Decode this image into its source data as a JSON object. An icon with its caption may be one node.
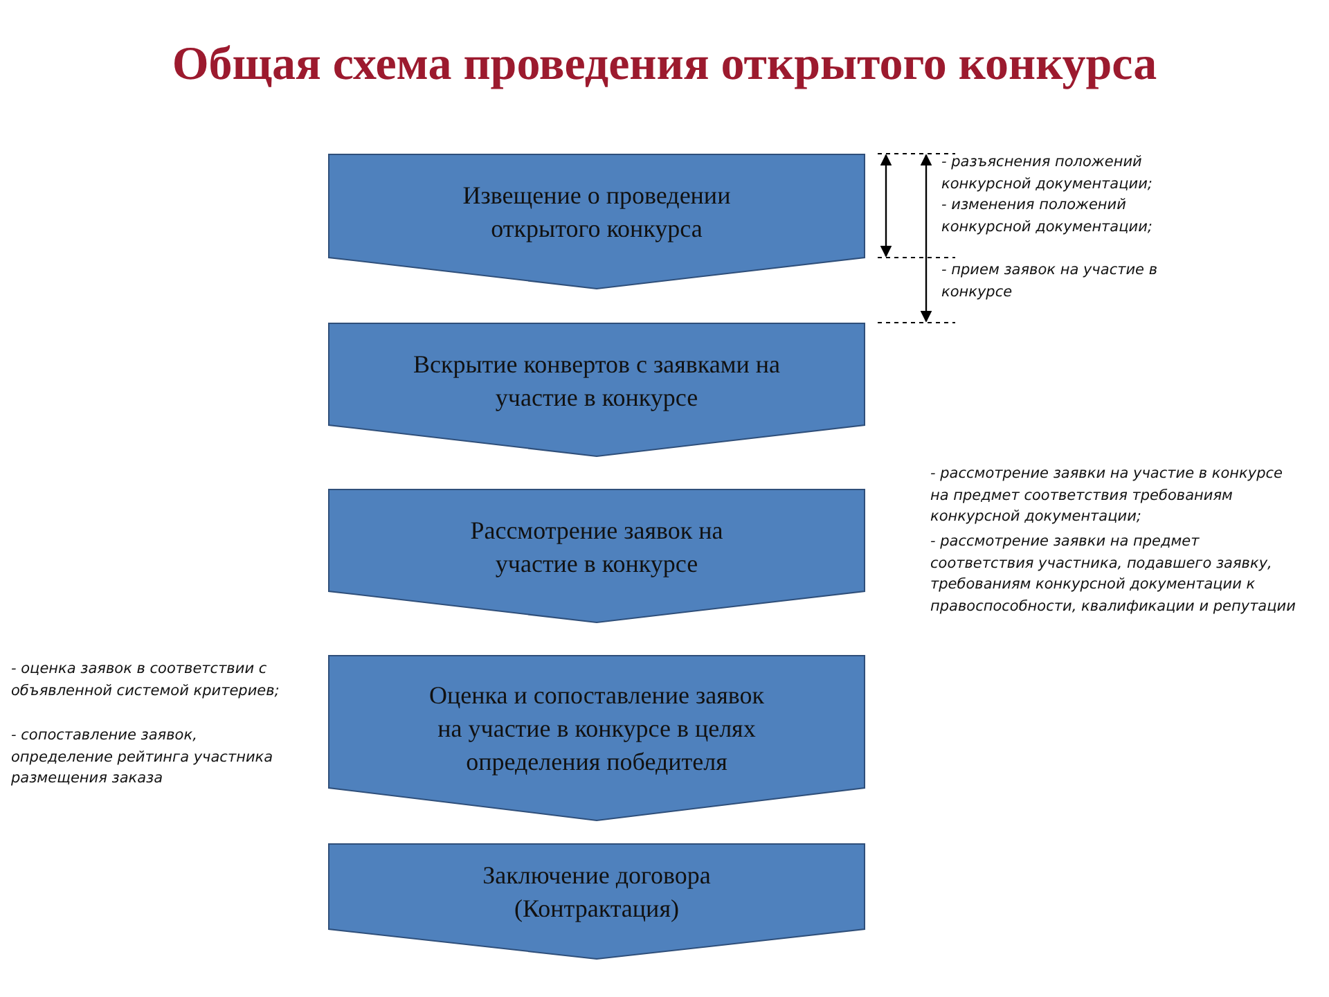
{
  "diagram": {
    "title": "Общая схема проведения открытого конкурса",
    "nodes": [
      {
        "text": [
          "Извещение о проведении открытого конкурса"
        ]
      },
      {
        "text": [
          "Вскрытие конвертов с заявками на участие в конкурсе"
        ]
      },
      {
        "text": [
          "Рассмотрение заявок на участие в конкурсе"
        ]
      },
      {
        "text": [
          "Оценка и сопоставление заявок на участие в конкурсе в целях определения победителя"
        ]
      },
      {
        "text": [
          "Заключение договора (Контрактация)"
        ]
      }
    ],
    "edges": [],
    "labels": [
      "- разъяснения положений конкурсной документации;",
      "- изменения положений конкурсной документации;",
      "- прием заявок на участие в конкурсе",
      "- рассмотрение заявки на участие в конкурсе на предмет соответствия требованиям конкурсной документации;",
      "- рассмотрение заявки на предмет соответствия участника, подавшего заявку, требованиям конкурсной документации к правоспособности, квалификации и репутации",
      "- оценка заявок в соответствии с объявленной системой критериев;",
      "- сопоставление заявок, определение рейтинга участника размещения заказа"
    ]
  }
}
